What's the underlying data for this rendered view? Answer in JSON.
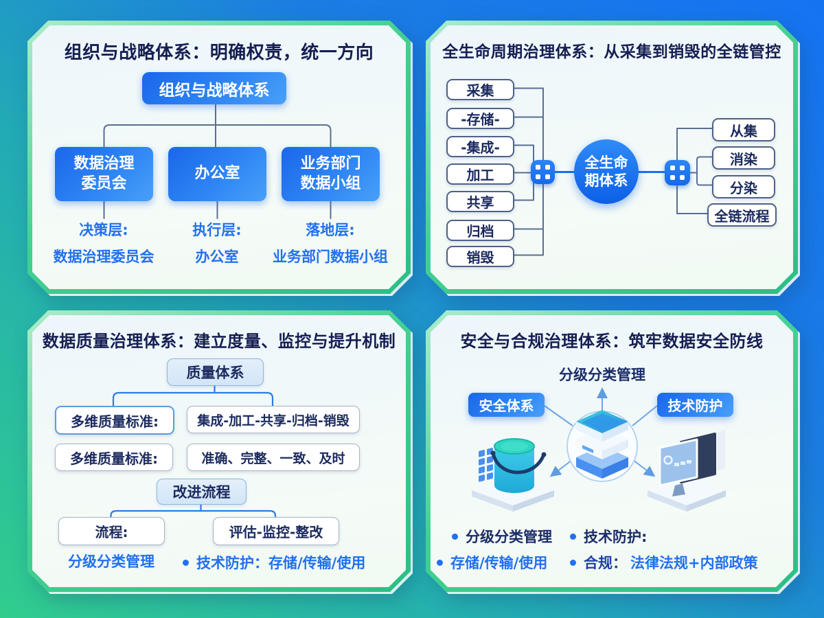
{
  "panel_org": {
    "title": "组织与战略体系：明确权责，统一方向",
    "root": "组织与战略体系",
    "children": [
      {
        "line1": "数据治理",
        "line2": "委员会"
      },
      {
        "line1": "办公室",
        "line2": ""
      },
      {
        "line1": "业务部门",
        "line2": "数据小组"
      }
    ],
    "layers": [
      {
        "role": "决策层:",
        "value": "数据治理委员会"
      },
      {
        "role": "执行层:",
        "value": "办公室"
      },
      {
        "role": "落地层:",
        "value": "业务部门数据小组"
      }
    ]
  },
  "panel_lifecycle": {
    "title": "全生命周期治理体系：从采集到销毁的全链管控",
    "stages": [
      "采集",
      "-存储-",
      "-集成-",
      "加工",
      "共享",
      "归档",
      "销毁"
    ],
    "hub_line1": "全生命",
    "hub_line2": "期体系",
    "outputs": [
      "从集",
      "消染",
      "分染",
      "全链流程"
    ]
  },
  "panel_quality": {
    "title": "数据质量治理体系：建立度量、监控与提升机制",
    "root": "质量体系",
    "row1_left": "多维质量标准:",
    "row1_right": "集成-加工-共享-归档-销毁",
    "row2_left": "多维质量标准:",
    "row2_right": "准确、完整、一致、及时",
    "mid": "改进流程",
    "row3_left": "流程:",
    "row3_right": "评估-监控-整改",
    "foot_left": "分级分类管理",
    "foot_right": "技术防护：存储/传输/使用"
  },
  "panel_security": {
    "title": "安全与合规治理体系：筑牢数据安全防线",
    "top_label": "分级分类管理",
    "pill_left": "安全体系",
    "pill_right": "技术防护",
    "bullet1": "分级分类管理",
    "bullet2": "技术防护:",
    "bullet3": "存储/传输/使用",
    "bullet4_label": "合规：",
    "bullet4_text": "法律法规+内部政策"
  },
  "colors": {
    "accent_blue": "#2270f0",
    "navy_text": "#1b2a5e",
    "panel_border_green": "#3ecb8b",
    "box_blue_start": "#1a67ea",
    "box_blue_end": "#49a0f8",
    "connector_slate": "#5b6d92",
    "connector_blue": "#2b7de0"
  }
}
